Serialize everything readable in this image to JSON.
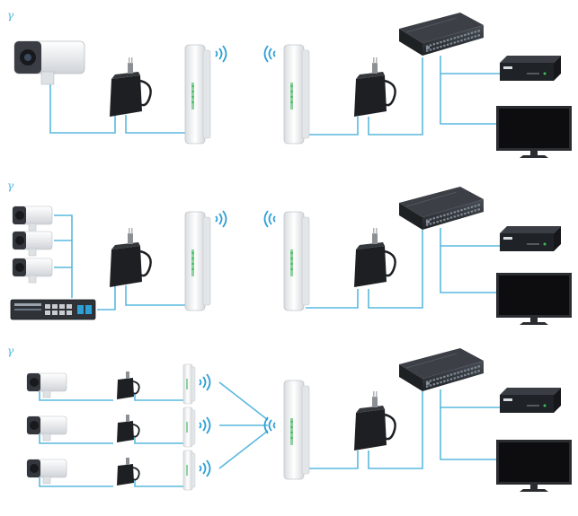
{
  "colors": {
    "link_line": "#5ab9dd",
    "wifi_signal": "#2c9fd6",
    "switch_body": "#2f3338",
    "switch_ports": "#6b7480",
    "monitor_screen": "#0d0d0f",
    "poe_injector": "#1d1f22",
    "antenna_body": "#f2f3f5",
    "camera_body": "#eceef0",
    "camera_lens": "#2a2d33"
  },
  "scenarios": [
    {
      "label": "γ",
      "description_icons": [
        "bullet-camera-icon",
        "poe-injector-icon",
        "wireless-bridge-icon",
        "wifi-signal-icon",
        "network-switch-icon",
        "nvr-icon",
        "monitor-icon"
      ]
    },
    {
      "label": "γ",
      "description_icons": [
        "bullet-camera-icon",
        "poe-switch-icon",
        "poe-injector-icon",
        "wireless-bridge-icon",
        "wifi-signal-icon",
        "network-switch-icon",
        "nvr-icon",
        "monitor-icon"
      ]
    },
    {
      "label": "γ",
      "description_icons": [
        "bullet-camera-icon",
        "poe-injector-icon",
        "wireless-bridge-icon",
        "wifi-signal-icon",
        "network-switch-icon",
        "nvr-icon",
        "monitor-icon"
      ]
    }
  ]
}
